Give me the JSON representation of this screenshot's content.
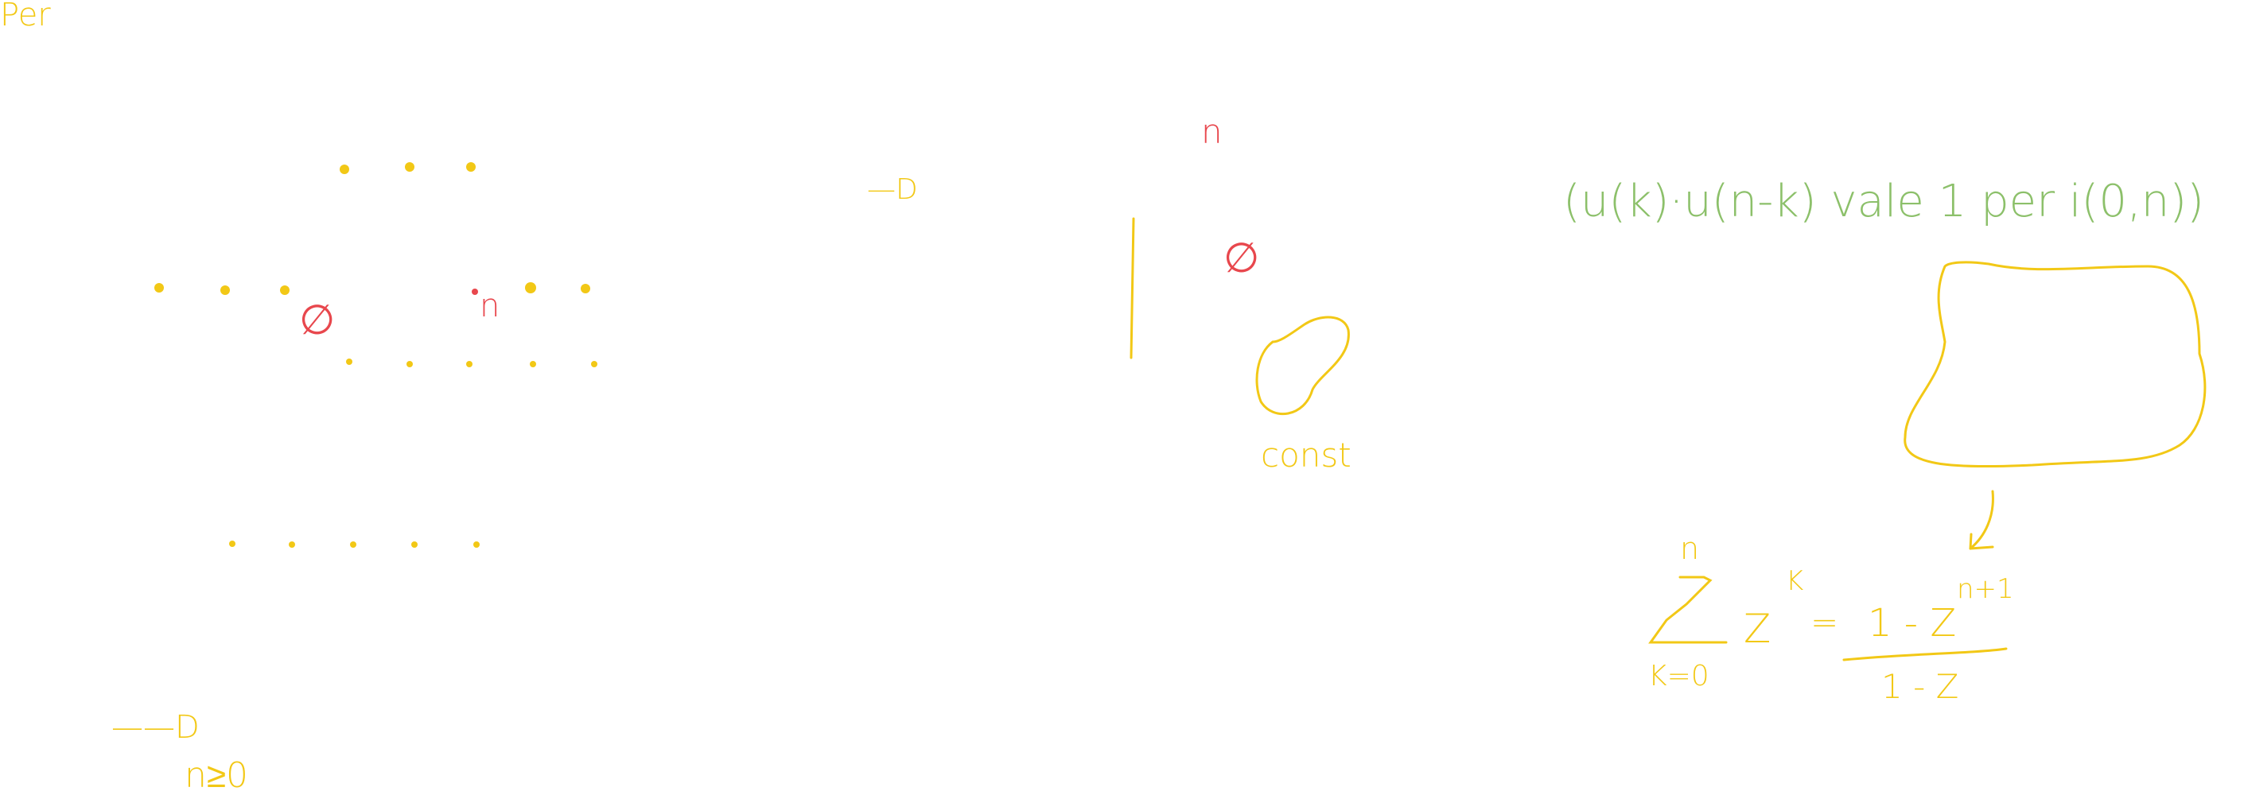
{
  "colors": {
    "yellow": "#f2c816",
    "red": "#e8474d",
    "green": "#8cc06a",
    "background": "#ffffff"
  },
  "notes": {
    "corner_label": "Per",
    "origin_mark_left": "∅",
    "n_label_left": "n",
    "arrow_top": "—D",
    "n_label_mid": "n",
    "origin_mark_mid": "∅",
    "const_label": "const",
    "arrow_bottom": "——D",
    "condition": "n≥0",
    "green_note": "(u(k)·u(n-k) vale 1 per i(0,n))",
    "sum_upper": "n",
    "sum_lower": "K=0",
    "sum_term": "Z",
    "sum_exponent": "K",
    "equals": "=",
    "numerator": "1 - Z",
    "numerator_exponent": "n+1",
    "denominator": "1 - Z"
  }
}
